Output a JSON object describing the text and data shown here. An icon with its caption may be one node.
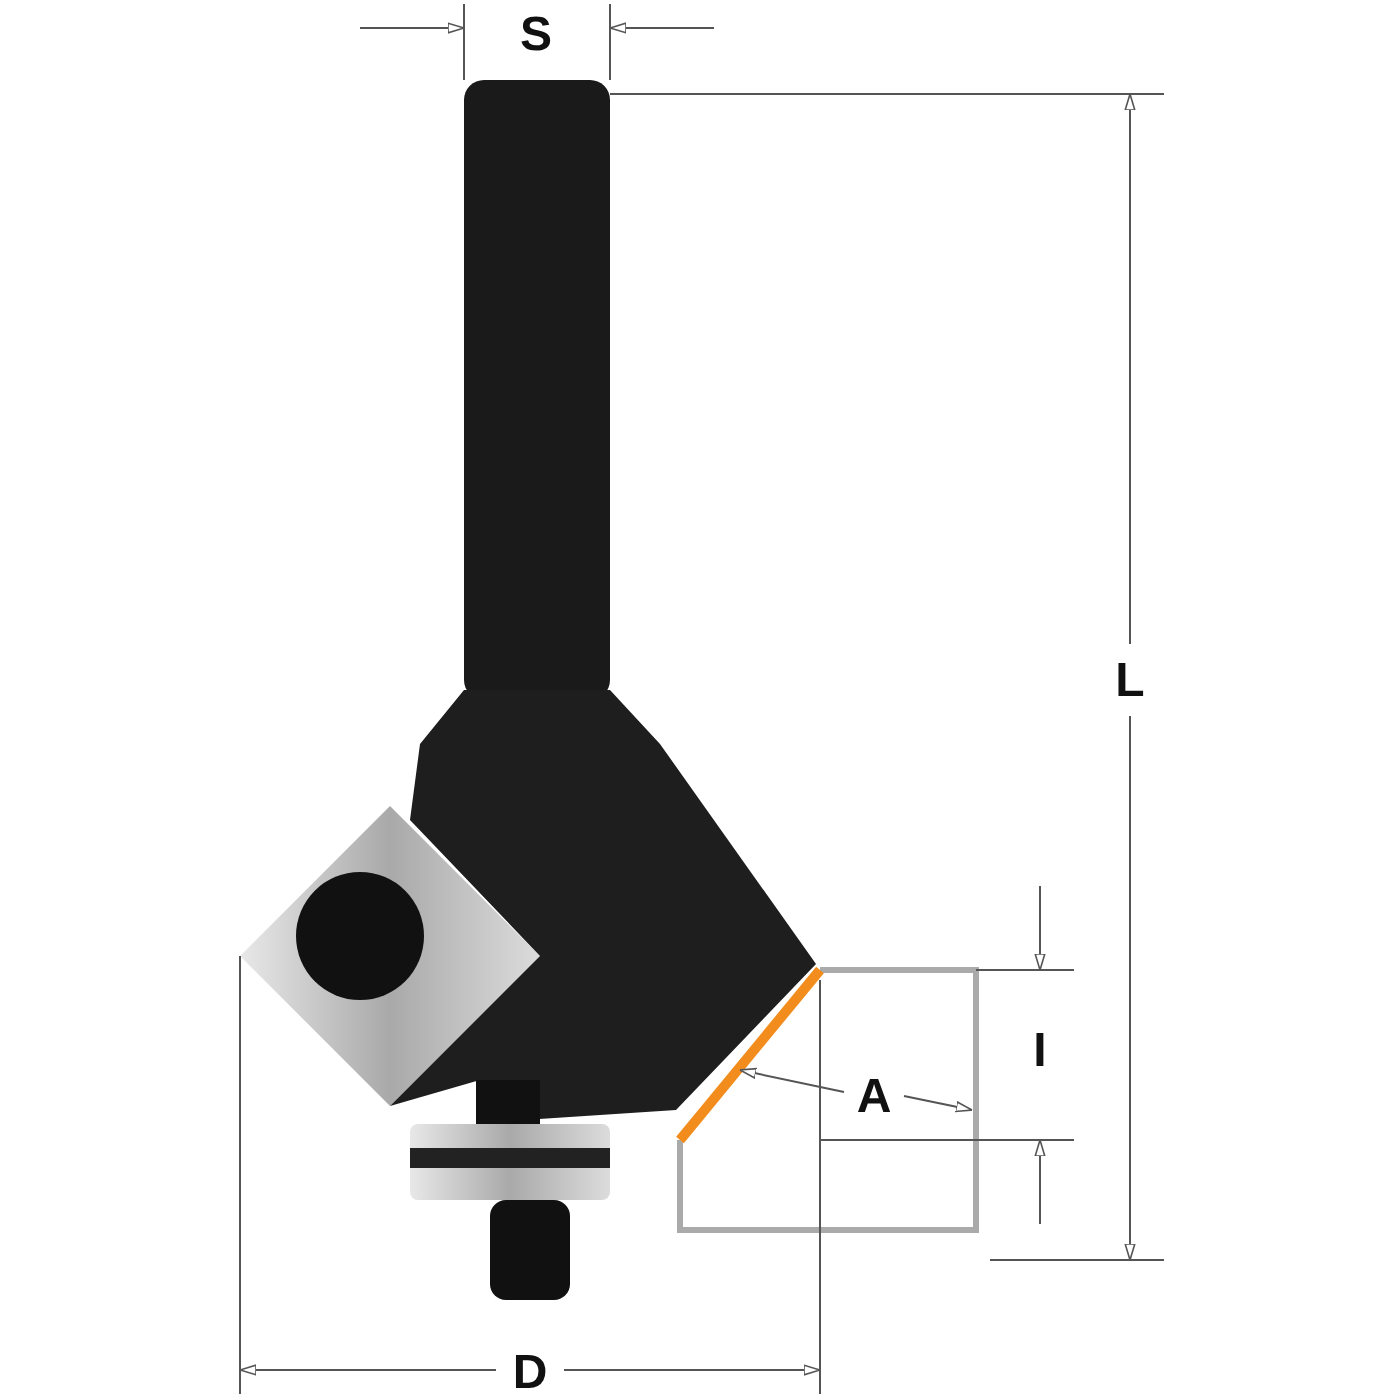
{
  "diagram": {
    "labels": [
      "S",
      "L",
      "I",
      "A",
      "D"
    ]
  }
}
